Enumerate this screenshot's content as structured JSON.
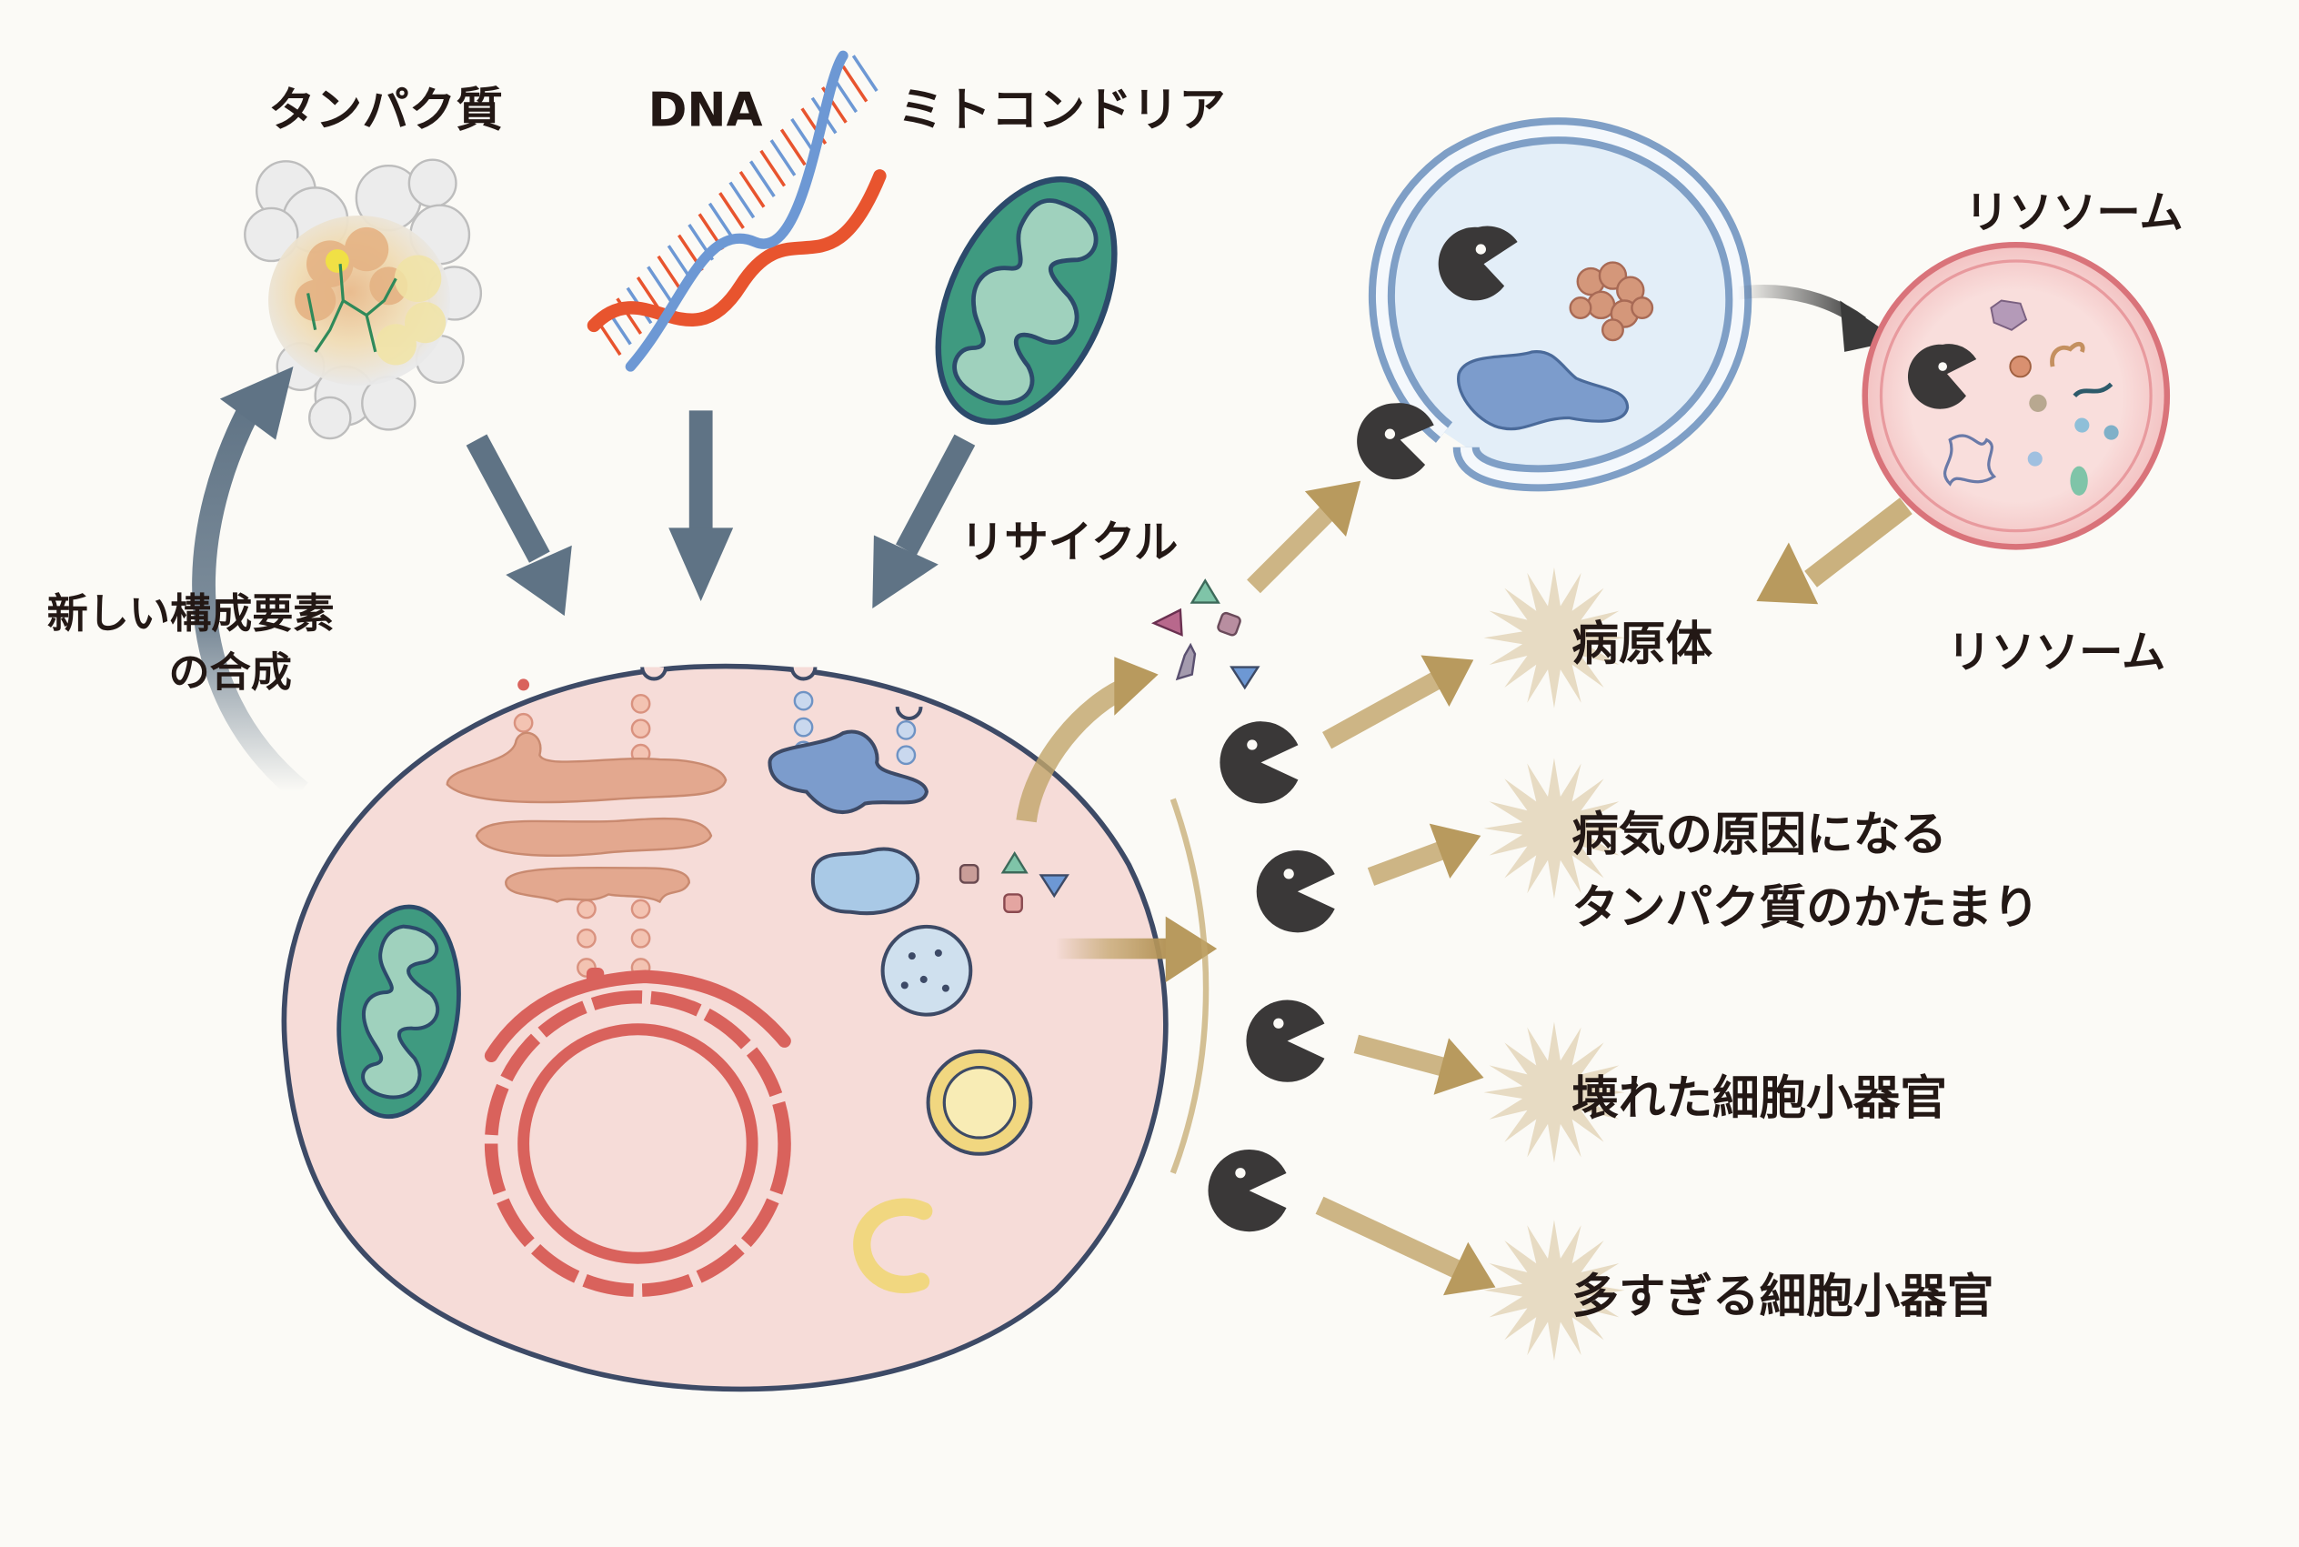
{
  "labels": {
    "protein": "タンパク質",
    "dna": "DNA",
    "mitochondria": "ミトコンドリア",
    "synthesis_line1": "新しい構成要素",
    "synthesis_line2": "の合成",
    "recycle": "リサイクル",
    "lysosome_top": "リソソーム",
    "lysosome_bottom": "リソソーム"
  },
  "targets": [
    {
      "line1": "病原体",
      "line2": ""
    },
    {
      "line1": "病気の原因になる",
      "line2": "タンパク質のかたまり"
    },
    {
      "line1": "壊れた細胞小器官",
      "line2": ""
    },
    {
      "line1": "多すぎる細胞小器官",
      "line2": ""
    }
  ],
  "colors": {
    "background": "#fbfaf6",
    "text": "#231815",
    "arrow_slate": "#5f7385",
    "arrow_gold": "#b89a5e",
    "cell_fill": "#f6dcd8",
    "cell_stroke": "#3d4a66",
    "mito_outer": "#3f9a80",
    "mito_inner": "#9fd1bd",
    "golgi": "#e3a88f",
    "er": "#d9625c",
    "vesicle_blue": "#6f93c4",
    "vesicle_light": "#a9c9e6",
    "yellow": "#f1d780",
    "lysosome_fill": "#f8d6d4",
    "lysosome_stroke": "#d9737a",
    "autophagosome_fill": "#e3eef8",
    "autophagosome_stroke": "#7f9fc6",
    "pacman": "#3a3838",
    "dna_red": "#e8542e",
    "dna_blue": "#6d98d4",
    "starburst": "#e7dbc3"
  }
}
